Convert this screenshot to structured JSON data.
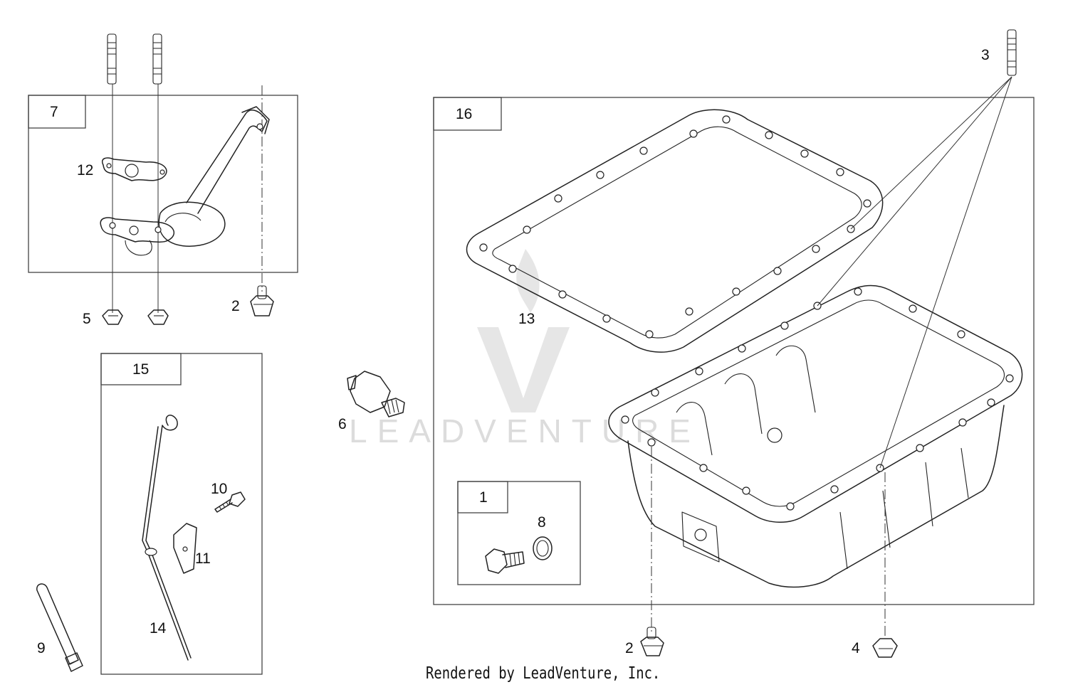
{
  "callouts": [
    "7",
    "12",
    "5",
    "2",
    "15",
    "10",
    "11",
    "14",
    "9",
    "6",
    "16",
    "13",
    "1",
    "8",
    "3",
    "2",
    "4"
  ],
  "watermark": {
    "text": "LEADVENTURE",
    "color": "#dcdcdc"
  },
  "footer": "Rendered by LeadVenture, Inc."
}
